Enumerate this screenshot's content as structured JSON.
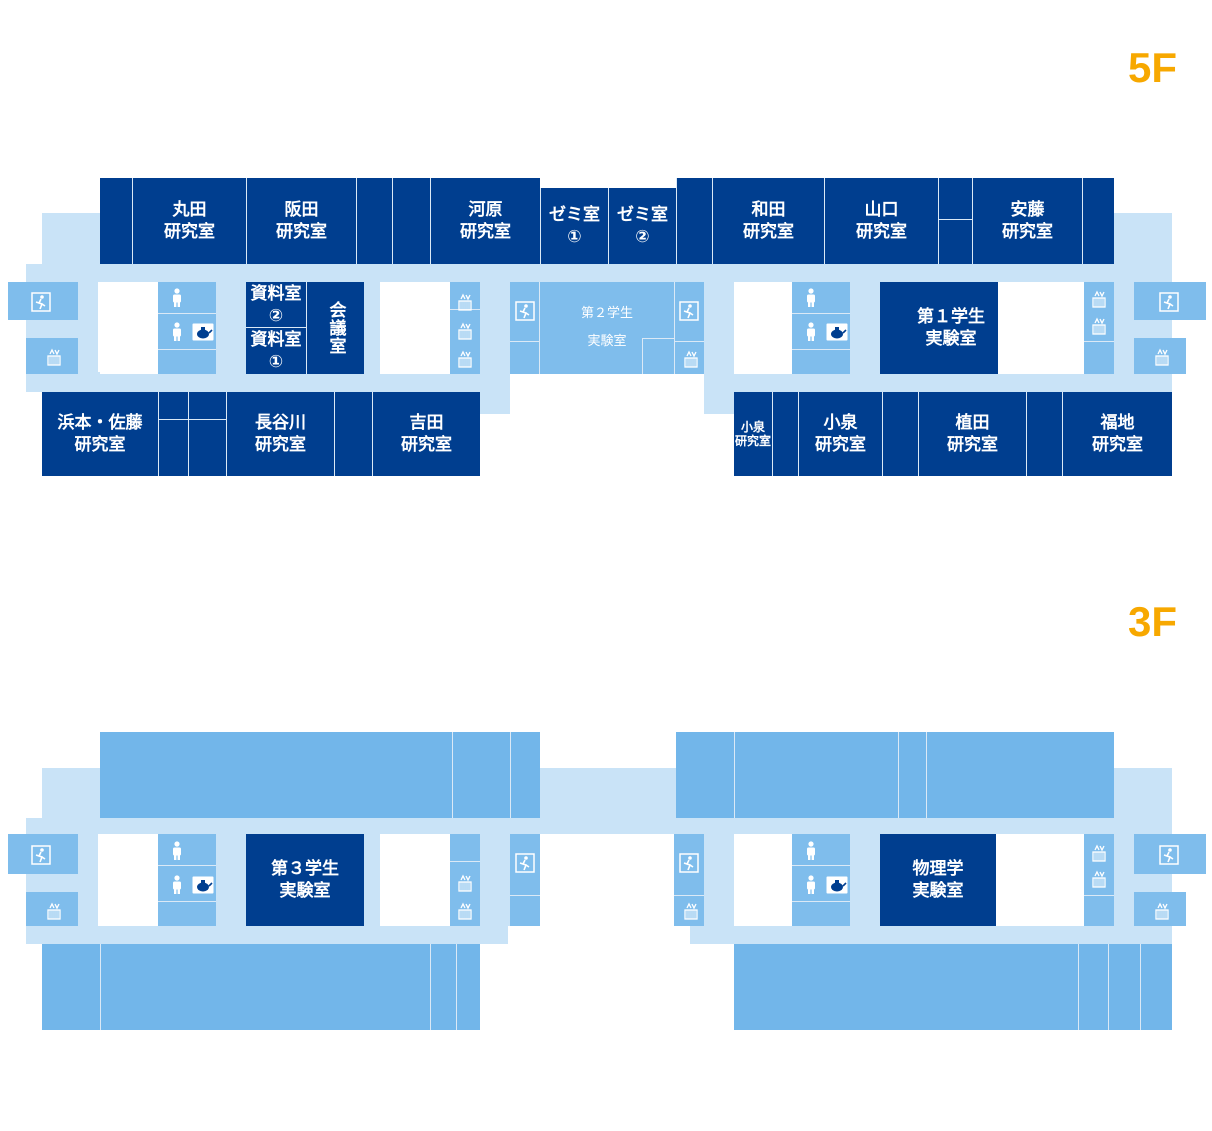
{
  "floors": {
    "f5": {
      "label": "5F",
      "rooms": {
        "maruta": "丸田\n研究室",
        "sakata": "阪田\n研究室",
        "kawahara": "河原\n研究室",
        "zemi1": "ゼミ室\n①",
        "zemi2": "ゼミ室\n②",
        "wada": "和田\n研究室",
        "yamaguchi": "山口\n研究室",
        "ando": "安藤\n研究室",
        "shiryo2": "資料室\n②",
        "shiryo1": "資料室\n①",
        "kaigi": "会議室",
        "student_lab2": "第２学生\n実験室",
        "student_lab1": "第１学生\n実験室",
        "hamamoto_sato": "浜本・佐藤\n研究室",
        "hasegawa": "長谷川\n研究室",
        "yoshida": "吉田\n研究室",
        "koizumi_small": "小泉\n研究室",
        "koizumi": "小泉\n研究室",
        "ueda": "植田\n研究室",
        "fukuchi": "福地\n研究室"
      }
    },
    "f3": {
      "label": "3F",
      "rooms": {
        "student_lab3": "第３学生\n実験室",
        "physics_lab": "物理学\n実験室"
      }
    }
  },
  "icons": [
    "emergency-exit-icon",
    "elevator-icon",
    "restroom-icon",
    "kettle-icon"
  ],
  "colors": {
    "room_dark": "#003e8f",
    "room_mid": "#72b6ea",
    "corridor": "#c9e3f7",
    "floor_label": "#f7a800"
  }
}
